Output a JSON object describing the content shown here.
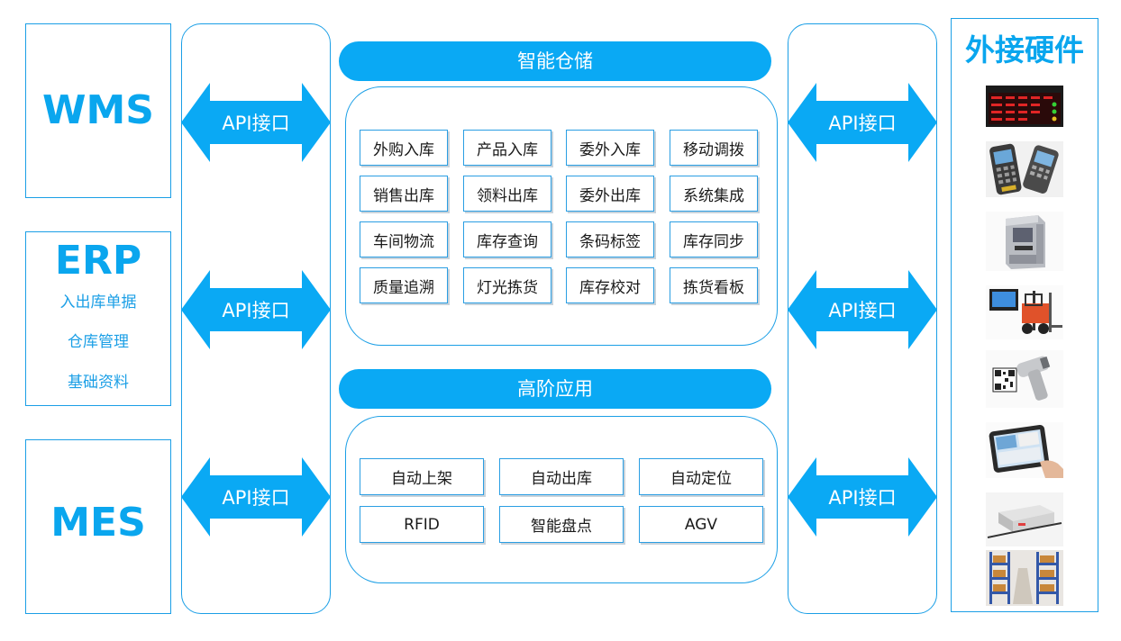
{
  "systems": {
    "wms": {
      "title": "WMS"
    },
    "erp": {
      "title": "ERP",
      "items": [
        "入出库单据",
        "仓库管理",
        "基础资料"
      ]
    },
    "mes": {
      "title": "MES"
    }
  },
  "api_label": "API接口",
  "warehouse": {
    "title": "智能仓储",
    "functions": [
      "外购入库",
      "产品入库",
      "委外入库",
      "移动调拨",
      "销售出库",
      "领料出库",
      "委外出库",
      "系统集成",
      "车间物流",
      "库存查询",
      "条码标签",
      "库存同步",
      "质量追溯",
      "灯光拣货",
      "库存校对",
      "拣货看板"
    ]
  },
  "advanced": {
    "title": "高阶应用",
    "functions": [
      "自动上架",
      "自动出库",
      "自动定位",
      "RFID",
      "智能盘点",
      "AGV"
    ]
  },
  "hardware": {
    "title": "外接硬件",
    "devices": [
      "led-display-board-icon",
      "handheld-pda-scanner-icon",
      "barcode-label-printer-icon",
      "forklift-terminal-icon",
      "barcode-gun-scanner-icon",
      "tablet-terminal-icon",
      "agv-robot-icon",
      "storage-shelf-rack-icon"
    ]
  },
  "colors": {
    "accent": "#0aa9f4",
    "border": "#1b9fe6"
  }
}
